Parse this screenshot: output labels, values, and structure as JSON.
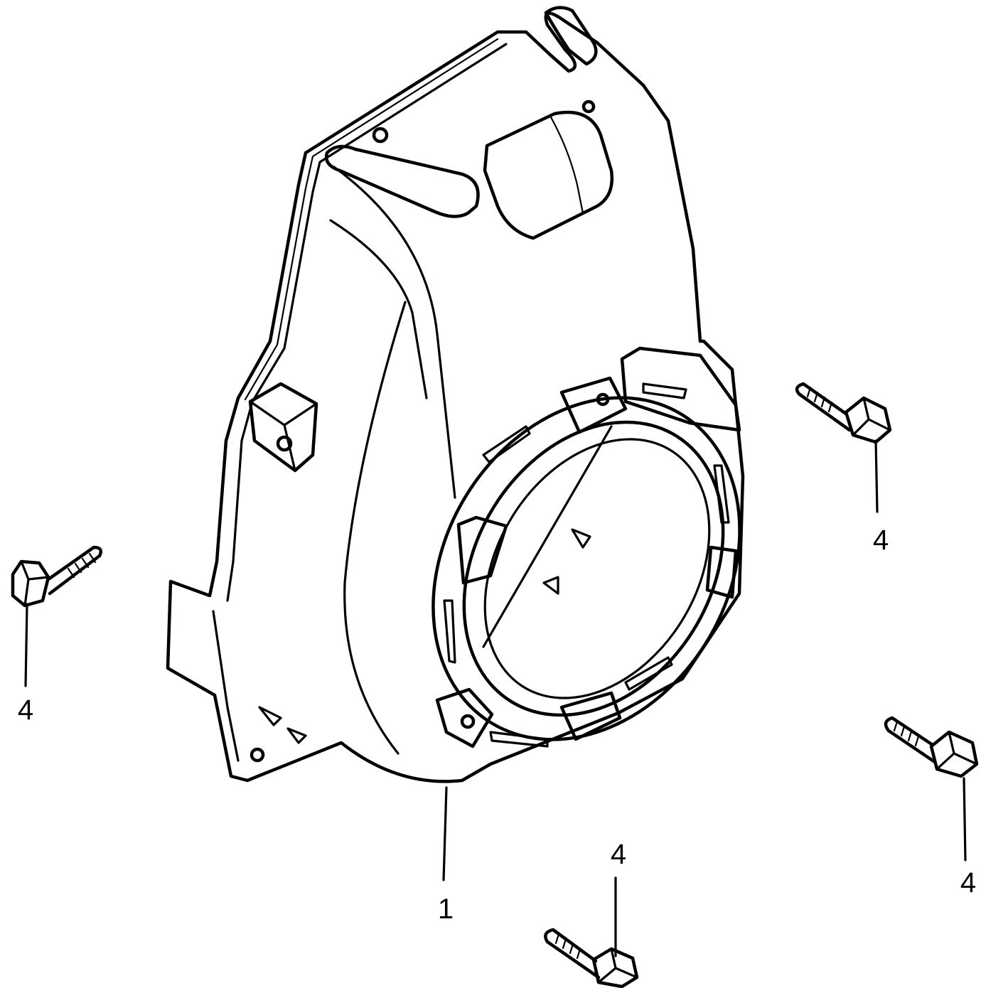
{
  "diagram": {
    "callouts": [
      {
        "id": "part-1-housing",
        "label": "1"
      },
      {
        "id": "bolt-left",
        "label": "4"
      },
      {
        "id": "bolt-upper-right",
        "label": "4"
      },
      {
        "id": "bolt-lower-right",
        "label": "4"
      },
      {
        "id": "bolt-bottom",
        "label": "4"
      }
    ],
    "colors": {
      "ink": "#000000",
      "paper": "#ffffff"
    }
  }
}
